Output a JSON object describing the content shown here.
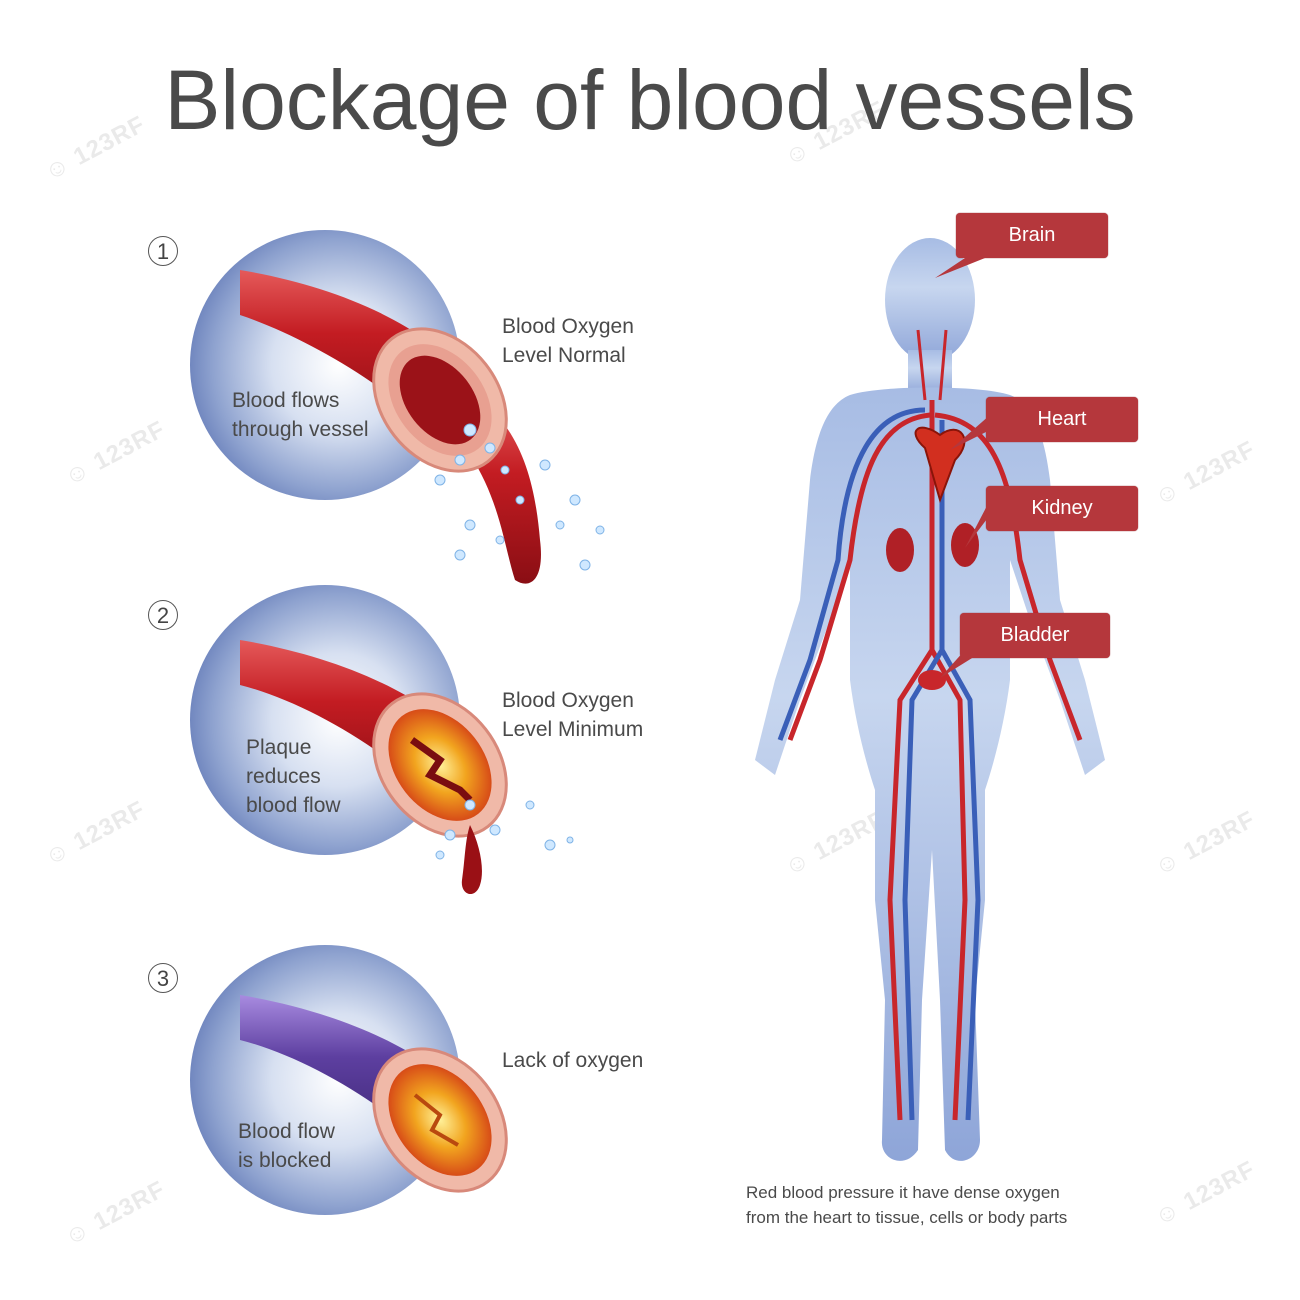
{
  "title": "Blockage of blood vessels",
  "panels": [
    {
      "number": "1",
      "side_label": [
        "Blood Oxygen",
        "Level Normal"
      ],
      "inner_label": [
        "Blood flows",
        "through vessel"
      ]
    },
    {
      "number": "2",
      "side_label": [
        "Blood Oxygen",
        "Level Minimum"
      ],
      "inner_label": [
        "Plaque",
        "reduces",
        "blood flow"
      ]
    },
    {
      "number": "3",
      "side_label": [
        "Lack of oxygen"
      ],
      "inner_label": [
        "Blood flow",
        "is blocked"
      ]
    }
  ],
  "organs": [
    "Brain",
    "Heart",
    "Kidney",
    "Bladder"
  ],
  "caption": [
    "Red blood pressure it have dense oxygen",
    "from the heart to tissue, cells or body parts"
  ],
  "colors": {
    "callout": "#b5373c",
    "artery": "#c8262b",
    "vein": "#3a5fb8",
    "body": "#9fb4df",
    "deoxygenated": "#5b3f9e"
  }
}
